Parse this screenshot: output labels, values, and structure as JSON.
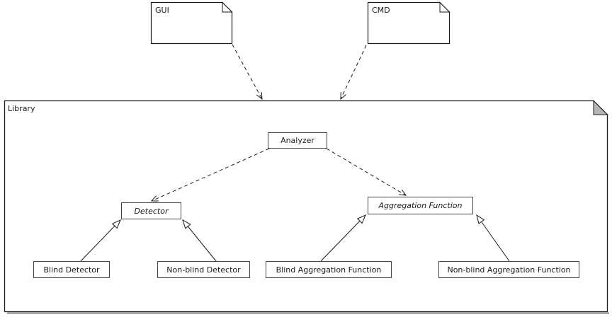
{
  "diagram": {
    "kind": "uml-class-diagram",
    "package": {
      "label": "Library"
    },
    "notes": [
      {
        "id": "gui",
        "label": "GUI"
      },
      {
        "id": "cmd",
        "label": "CMD"
      }
    ],
    "classes": [
      {
        "id": "analyzer",
        "label": "Analyzer",
        "abstract": false
      },
      {
        "id": "detector",
        "label": "Detector",
        "abstract": true
      },
      {
        "id": "aggregation-function",
        "label": "Aggregation Function",
        "abstract": true
      },
      {
        "id": "blind-detector",
        "label": "Blind Detector",
        "abstract": false
      },
      {
        "id": "non-blind-detector",
        "label": "Non-blind Detector",
        "abstract": false
      },
      {
        "id": "blind-aggregation-function",
        "label": "Blind Aggregation Function",
        "abstract": false
      },
      {
        "id": "non-blind-aggregation-function",
        "label": "Non-blind Aggregation Function",
        "abstract": false
      }
    ],
    "edges": [
      {
        "from": "GUI",
        "to": "Library",
        "type": "dashed-dependency"
      },
      {
        "from": "CMD",
        "to": "Library",
        "type": "dashed-dependency"
      },
      {
        "from": "Analyzer",
        "to": "Detector",
        "type": "dashed-dependency"
      },
      {
        "from": "Analyzer",
        "to": "Aggregation Function",
        "type": "dashed-dependency"
      },
      {
        "from": "Blind Detector",
        "to": "Detector",
        "type": "generalization"
      },
      {
        "from": "Non-blind Detector",
        "to": "Detector",
        "type": "generalization"
      },
      {
        "from": "Blind Aggregation Function",
        "to": "Aggregation Function",
        "type": "generalization"
      },
      {
        "from": "Non-blind Aggregation Function",
        "to": "Aggregation Function",
        "type": "generalization"
      }
    ],
    "colors": {
      "stroke": "#1a1a1a",
      "class_border": "#454545",
      "background": "#ffffff",
      "package_shadow": "#999999",
      "fold_fill": "#b5b5b5"
    }
  }
}
